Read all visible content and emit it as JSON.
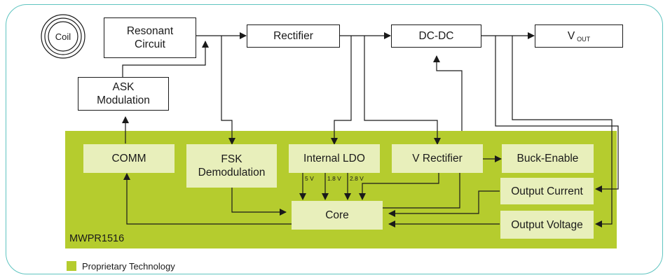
{
  "diagram": {
    "blocks": {
      "coil": "Coil",
      "resonant": "Resonant\nCircuit",
      "ask": "ASK\nModulation",
      "rectifier": "Rectifier",
      "dcdc": "DC-DC",
      "vout_main": "V",
      "vout_sub": "OUT",
      "comm": "COMM",
      "fsk": "FSK\nDemodulation",
      "ldo": "Internal LDO",
      "vrect": "V Rectifier",
      "buck": "Buck-Enable",
      "core": "Core",
      "out_current": "Output Current",
      "out_voltage": "Output Voltage"
    },
    "voltages": [
      "5 V",
      "1.8 V",
      "2.8 V"
    ],
    "chip_name": "MWPR1516"
  },
  "legend": {
    "label": "Proprietary Technology"
  },
  "colors": {
    "chip": "#b5cc2e",
    "inner_block": "#e8efbb",
    "frame": "#5fc4c0",
    "line": "#1a1a1a"
  }
}
